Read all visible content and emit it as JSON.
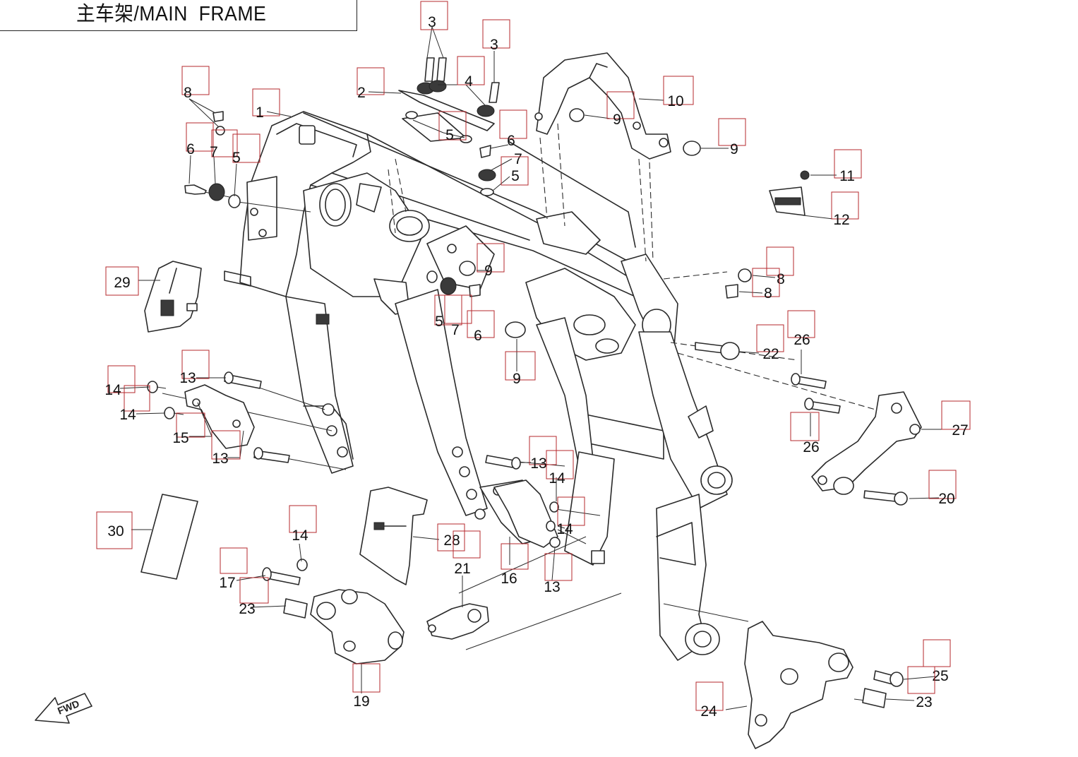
{
  "title": "主车架/MAIN  FRAME",
  "fwd_label": "FWD",
  "colors": {
    "line": "#2a2a2a",
    "callout_box": "#b5282d",
    "label": "#111111"
  },
  "callouts": [
    {
      "id": "c3a",
      "label": "3"
    },
    {
      "id": "c3b",
      "label": "3"
    },
    {
      "id": "c4",
      "label": "4"
    },
    {
      "id": "c2",
      "label": "2"
    },
    {
      "id": "c8a",
      "label": "8"
    },
    {
      "id": "c1",
      "label": "1"
    },
    {
      "id": "c6a",
      "label": "6"
    },
    {
      "id": "c7a",
      "label": "7"
    },
    {
      "id": "c5a",
      "label": "5"
    },
    {
      "id": "c5b",
      "label": "5"
    },
    {
      "id": "c6b",
      "label": "6"
    },
    {
      "id": "c7b",
      "label": "7"
    },
    {
      "id": "c5c",
      "label": "5"
    },
    {
      "id": "c10",
      "label": "10"
    },
    {
      "id": "c9a",
      "label": "9"
    },
    {
      "id": "c9b",
      "label": "9"
    },
    {
      "id": "c11",
      "label": "11"
    },
    {
      "id": "c12",
      "label": "12"
    },
    {
      "id": "c29",
      "label": "29"
    },
    {
      "id": "c9c",
      "label": "9"
    },
    {
      "id": "c5d",
      "label": "5"
    },
    {
      "id": "c7c",
      "label": "7"
    },
    {
      "id": "c6c",
      "label": "6"
    },
    {
      "id": "c8b",
      "label": "8"
    },
    {
      "id": "c8c",
      "label": "8"
    },
    {
      "id": "c9d",
      "label": "9"
    },
    {
      "id": "c22",
      "label": "22"
    },
    {
      "id": "c26a",
      "label": "26"
    },
    {
      "id": "c13a",
      "label": "13"
    },
    {
      "id": "c14a",
      "label": "14"
    },
    {
      "id": "c14b",
      "label": "14"
    },
    {
      "id": "c15",
      "label": "15"
    },
    {
      "id": "c13b",
      "label": "13"
    },
    {
      "id": "c26b",
      "label": "26"
    },
    {
      "id": "c27",
      "label": "27"
    },
    {
      "id": "c13c",
      "label": "13"
    },
    {
      "id": "c14c",
      "label": "14"
    },
    {
      "id": "c14d",
      "label": "14"
    },
    {
      "id": "c20",
      "label": "20"
    },
    {
      "id": "c30",
      "label": "30"
    },
    {
      "id": "c14e",
      "label": "14"
    },
    {
      "id": "c28",
      "label": "28"
    },
    {
      "id": "c16",
      "label": "16"
    },
    {
      "id": "c13d",
      "label": "13"
    },
    {
      "id": "c21",
      "label": "21"
    },
    {
      "id": "c17",
      "label": "17"
    },
    {
      "id": "c23a",
      "label": "23"
    },
    {
      "id": "c19",
      "label": "19"
    },
    {
      "id": "c25",
      "label": "25"
    },
    {
      "id": "c23b",
      "label": "23"
    },
    {
      "id": "c24",
      "label": "24"
    }
  ]
}
